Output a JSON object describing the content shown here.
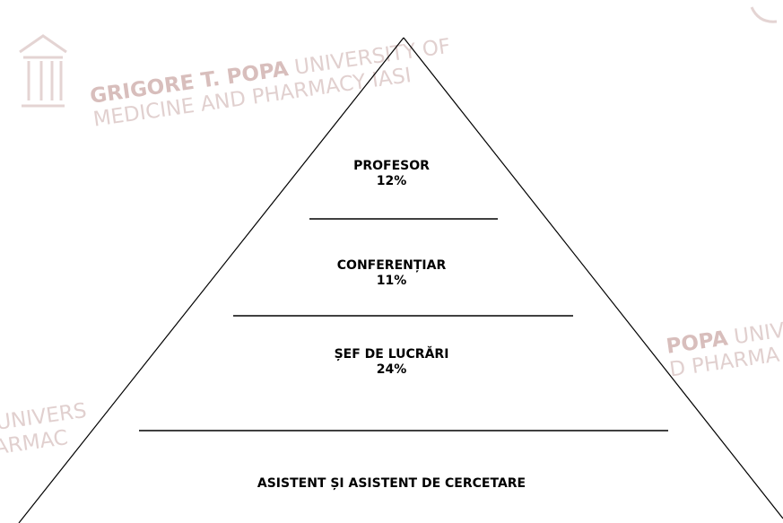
{
  "watermark": {
    "name_bold": "GRIGORE T. POPA",
    "name_rest": " UNIVERSITY OF",
    "line2": "MEDICINE AND PHARMACY IASI",
    "right_bold": "POPA",
    "right_rest": " UNIV",
    "right_line2": "D PHARMA",
    "left_line1": "UNIVERS",
    "left_line2": "ARMAC"
  },
  "pyramid": {
    "levels": [
      {
        "title": "PROFESOR",
        "value": "12%"
      },
      {
        "title": "CONFERENȚIAR",
        "value": "11%"
      },
      {
        "title": "ȘEF DE LUCRĂRI",
        "value": "24%"
      },
      {
        "title": "ASISTENT ȘI ASISTENT DE CERCETARE",
        "value": ""
      }
    ]
  }
}
